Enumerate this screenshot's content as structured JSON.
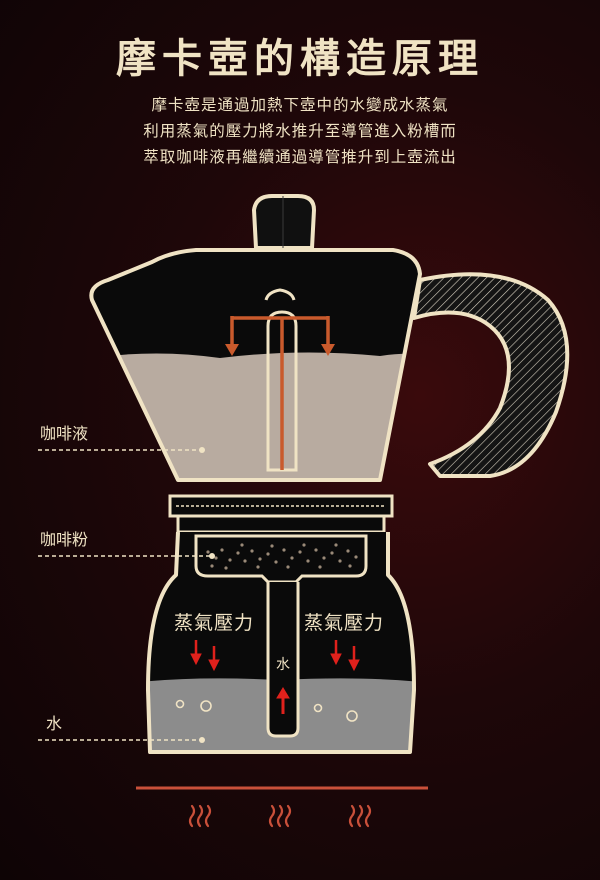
{
  "header": {
    "title": "摩卡壺的構造原理",
    "description": [
      "摩卡壺是通過加熱下壺中的水變成水蒸氣",
      "利用蒸氣的壓力將水推升至導管進入粉槽而",
      "萃取咖啡液再繼續通過導管推升到上壺流出"
    ]
  },
  "labels": {
    "coffee_liquid": "咖啡液",
    "coffee_powder": "咖啡粉",
    "water": "水"
  },
  "diagram": {
    "steam_left": "蒸氣壓力",
    "steam_right": "蒸氣壓力",
    "tube_label": "水"
  },
  "colors": {
    "background": "#1e0709",
    "outline": "#f0e3c4",
    "coffee_liquid": "#b8aba0",
    "water": "#8c8c8c",
    "arrow": "#e0211c",
    "pipe": "#c95a2c",
    "heat": "#c9503a"
  }
}
